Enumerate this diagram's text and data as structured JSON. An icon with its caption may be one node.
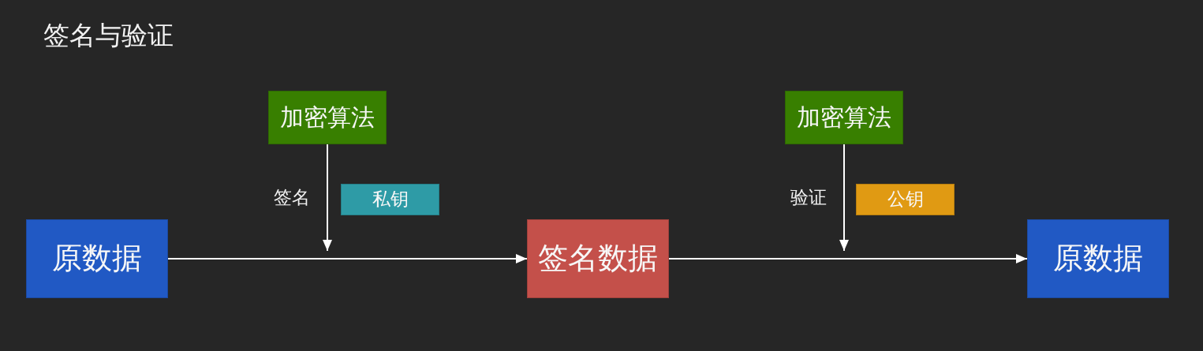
{
  "diagram": {
    "title": "签名与验证",
    "nodes": [
      {
        "text": [
          "原数据"
        ]
      },
      {
        "text": [
          "加密算法"
        ]
      },
      {
        "text": [
          "私钥"
        ]
      },
      {
        "text": [
          "签名数据"
        ]
      },
      {
        "text": [
          "加密算法"
        ]
      },
      {
        "text": [
          "公钥"
        ]
      },
      {
        "text": [
          "原数据"
        ]
      }
    ],
    "edges": [
      {
        "from": 0,
        "to": 3,
        "arrow": "to"
      },
      {
        "from": 3,
        "to": 6,
        "arrow": "to"
      },
      {
        "from": 1,
        "to": null,
        "arrow": "to",
        "label": "签名"
      },
      {
        "from": 4,
        "to": null,
        "arrow": "to",
        "label": "验证"
      }
    ]
  }
}
